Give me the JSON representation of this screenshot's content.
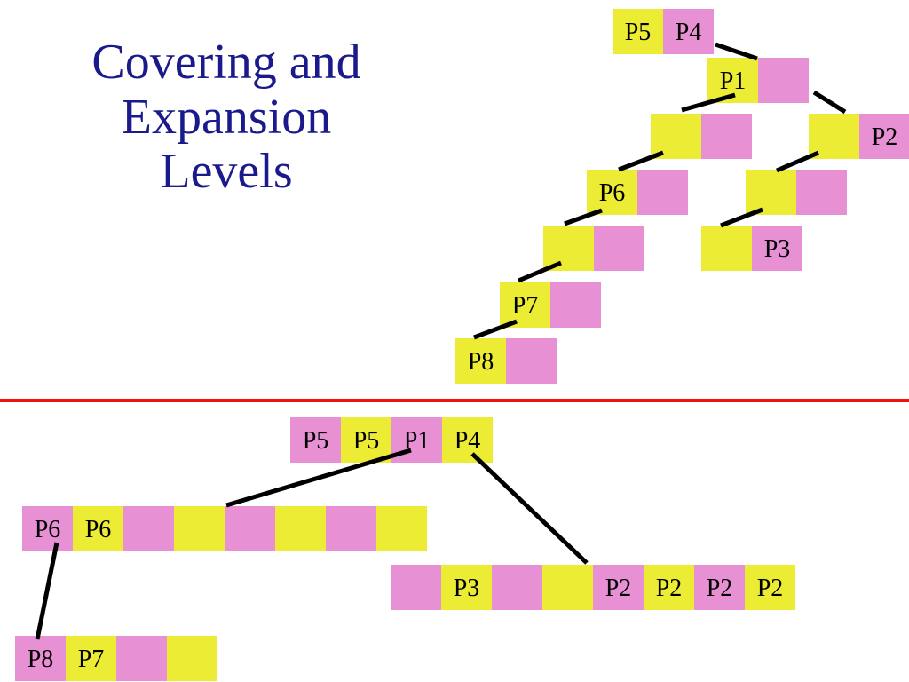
{
  "title": {
    "lines": [
      "Covering and",
      "Expansion",
      "Levels"
    ]
  },
  "colors": {
    "title": "#1a1a8c",
    "yellow": "#ecec35",
    "pink": "#e890d4",
    "divider": "#ee1111",
    "connector": "#000000",
    "label": "#000000"
  },
  "top_tree": {
    "nodes": [
      {
        "id": "root",
        "cells": [
          {
            "c": "yellow",
            "t": "P5"
          },
          {
            "c": "pink",
            "t": "P4"
          }
        ]
      },
      {
        "id": "n1",
        "cells": [
          {
            "c": "yellow",
            "t": "P1"
          },
          {
            "c": "pink",
            "t": ""
          }
        ]
      },
      {
        "id": "n2l",
        "cells": [
          {
            "c": "yellow",
            "t": ""
          },
          {
            "c": "pink",
            "t": ""
          }
        ]
      },
      {
        "id": "n2r",
        "cells": [
          {
            "c": "yellow",
            "t": ""
          },
          {
            "c": "pink",
            "t": "P2"
          }
        ]
      },
      {
        "id": "n3l",
        "cells": [
          {
            "c": "yellow",
            "t": "P6"
          },
          {
            "c": "pink",
            "t": ""
          }
        ]
      },
      {
        "id": "n3r",
        "cells": [
          {
            "c": "yellow",
            "t": ""
          },
          {
            "c": "pink",
            "t": ""
          }
        ]
      },
      {
        "id": "n4l",
        "cells": [
          {
            "c": "yellow",
            "t": ""
          },
          {
            "c": "pink",
            "t": ""
          }
        ]
      },
      {
        "id": "n4r",
        "cells": [
          {
            "c": "yellow",
            "t": ""
          },
          {
            "c": "pink",
            "t": "P3"
          }
        ]
      },
      {
        "id": "n5",
        "cells": [
          {
            "c": "yellow",
            "t": "P7"
          },
          {
            "c": "pink",
            "t": ""
          }
        ]
      },
      {
        "id": "n6",
        "cells": [
          {
            "c": "yellow",
            "t": "P8"
          },
          {
            "c": "pink",
            "t": ""
          }
        ]
      }
    ]
  },
  "bottom_tree": {
    "nodes": [
      {
        "id": "b-root",
        "cells": [
          {
            "c": "pink",
            "t": "P5"
          },
          {
            "c": "yellow",
            "t": "P5"
          },
          {
            "c": "pink",
            "t": "P1"
          },
          {
            "c": "yellow",
            "t": "P4"
          }
        ]
      },
      {
        "id": "b-left",
        "cells": [
          {
            "c": "pink",
            "t": "P6"
          },
          {
            "c": "yellow",
            "t": "P6"
          },
          {
            "c": "pink",
            "t": ""
          },
          {
            "c": "yellow",
            "t": ""
          },
          {
            "c": "pink",
            "t": ""
          },
          {
            "c": "yellow",
            "t": ""
          },
          {
            "c": "pink",
            "t": ""
          },
          {
            "c": "yellow",
            "t": ""
          }
        ]
      },
      {
        "id": "b-right",
        "cells": [
          {
            "c": "pink",
            "t": ""
          },
          {
            "c": "yellow",
            "t": "P3"
          },
          {
            "c": "pink",
            "t": ""
          },
          {
            "c": "yellow",
            "t": ""
          },
          {
            "c": "pink",
            "t": "P2"
          },
          {
            "c": "yellow",
            "t": "P2"
          },
          {
            "c": "pink",
            "t": "P2"
          },
          {
            "c": "yellow",
            "t": "P2"
          }
        ]
      },
      {
        "id": "b-leaf",
        "cells": [
          {
            "c": "pink",
            "t": "P8"
          },
          {
            "c": "yellow",
            "t": "P7"
          },
          {
            "c": "pink",
            "t": ""
          },
          {
            "c": "yellow",
            "t": ""
          }
        ]
      }
    ]
  }
}
